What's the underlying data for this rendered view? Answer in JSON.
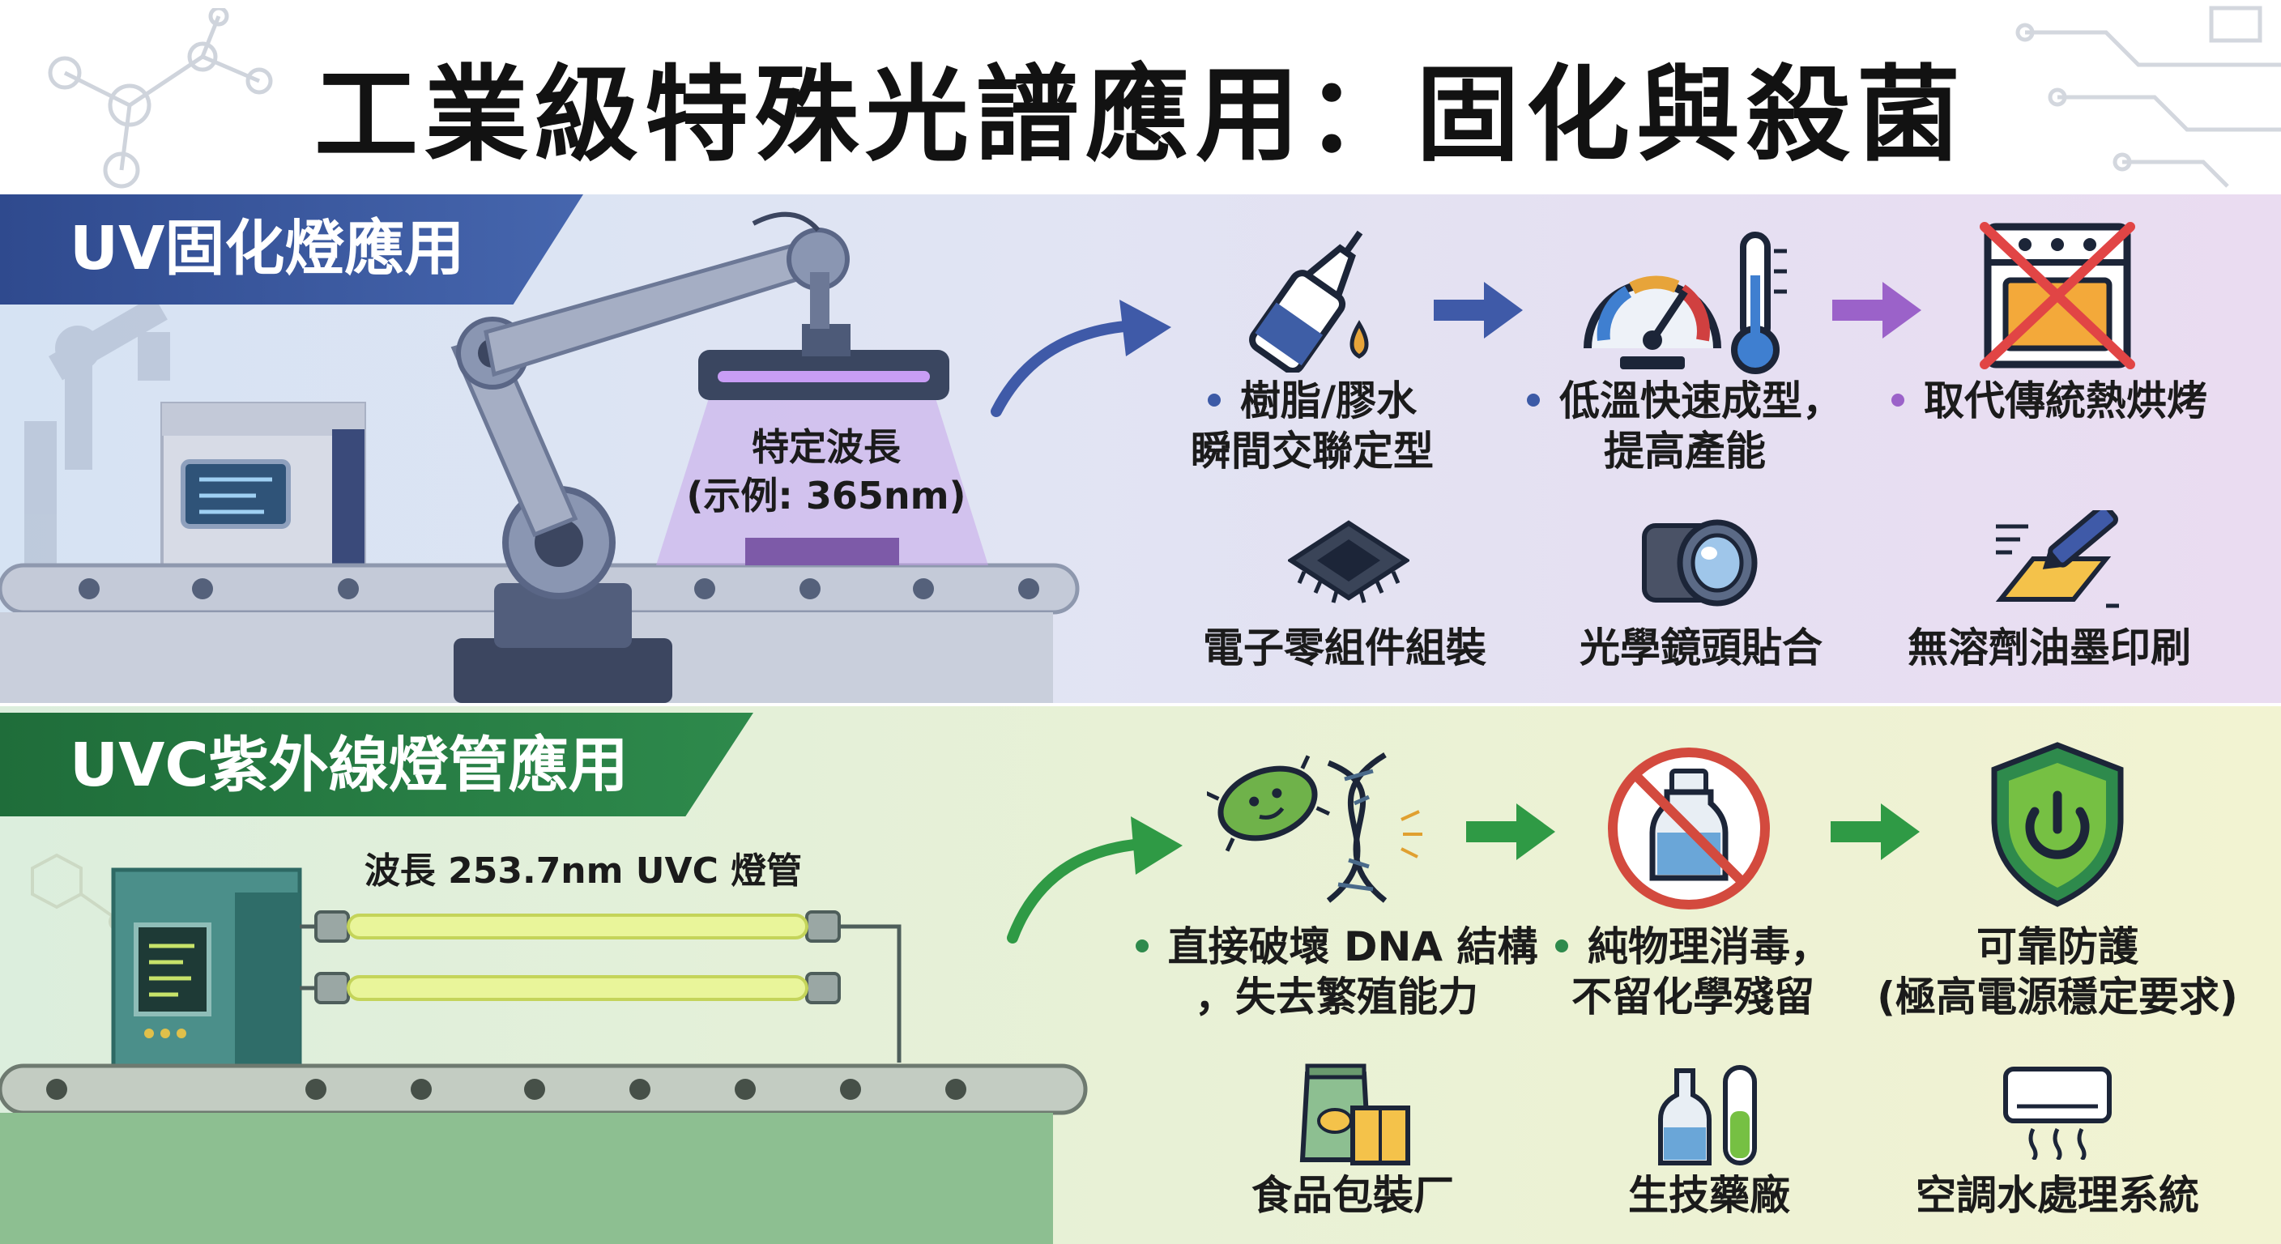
{
  "title": "工業級特殊光譜應用：固化與殺菌",
  "uv": {
    "heading": "UV固化燈應用",
    "wavelength_line1": "特定波長",
    "wavelength_line2": "(示例: 365nm)",
    "steps": [
      {
        "line1": "樹脂/膠水",
        "line2": "瞬間交聯定型",
        "icon": "glue-bottle-icon"
      },
      {
        "line1": "低溫快速成型，",
        "line2": "提高產能",
        "icon": "gauge-thermometer-icon"
      },
      {
        "line1": "取代傳統熱烘烤",
        "line2": "",
        "icon": "no-oven-icon"
      }
    ],
    "apps": [
      {
        "label": "電子零組件組裝",
        "icon": "chip-icon"
      },
      {
        "label": "光學鏡頭貼合",
        "icon": "camera-lens-icon"
      },
      {
        "label": "無溶劑油墨印刷",
        "icon": "ink-printing-icon"
      }
    ]
  },
  "uvc": {
    "heading": "UVC紫外線燈管應用",
    "lamp_label": "波長 253.7nm UVC 燈管",
    "steps": [
      {
        "line1": "直接破壞 DNA 結構",
        "line2": "，失去繁殖能力",
        "icon": "bacteria-dna-icon"
      },
      {
        "line1": "純物理消毒，",
        "line2": "不留化學殘留",
        "icon": "no-chemical-icon"
      },
      {
        "line1": "可靠防護",
        "line2": "(極高電源穩定要求)",
        "icon": "shield-power-icon"
      }
    ],
    "apps": [
      {
        "label": "食品包裝厂",
        "icon": "food-package-icon"
      },
      {
        "label": "生技藥廠",
        "icon": "pharma-bottle-icon"
      },
      {
        "label": "空調水處理系統",
        "icon": "air-conditioner-icon"
      }
    ]
  },
  "colors": {
    "uv_accent": "#3c5aa6",
    "uv_arrow": "#4a64b4",
    "uv_glow": "#b58be0",
    "uvc_accent": "#2e8a4c",
    "uvc_arrow": "#2f9a45",
    "uvc_lamp": "#e8f59a"
  }
}
